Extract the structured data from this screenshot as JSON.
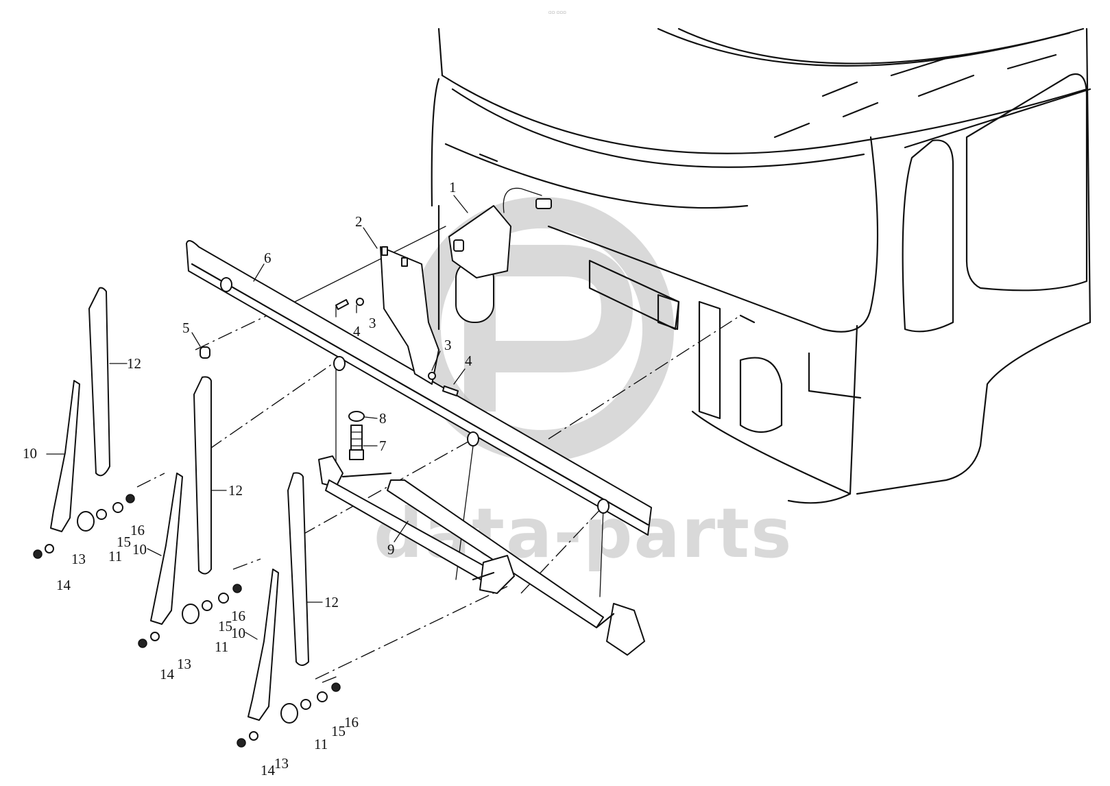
{
  "watermark": {
    "text": "data-parts",
    "logo_icon": "dp-logo-icon",
    "color": "#b9b9b9"
  },
  "header_mark": "▫▫ ▫▫▫",
  "callouts": [
    {
      "id": "c1",
      "label": "1"
    },
    {
      "id": "c2",
      "label": "2"
    },
    {
      "id": "c3a",
      "label": "3"
    },
    {
      "id": "c3b",
      "label": "3"
    },
    {
      "id": "c4a",
      "label": "4"
    },
    {
      "id": "c4b",
      "label": "4"
    },
    {
      "id": "c5",
      "label": "5"
    },
    {
      "id": "c6",
      "label": "6"
    },
    {
      "id": "c7",
      "label": "7"
    },
    {
      "id": "c8",
      "label": "8"
    },
    {
      "id": "c9",
      "label": "9"
    },
    {
      "id": "c10a",
      "label": "10"
    },
    {
      "id": "c10b",
      "label": "10"
    },
    {
      "id": "c10c",
      "label": "10"
    },
    {
      "id": "c11a",
      "label": "11"
    },
    {
      "id": "c11b",
      "label": "11"
    },
    {
      "id": "c11c",
      "label": "11"
    },
    {
      "id": "c12a",
      "label": "12"
    },
    {
      "id": "c12b",
      "label": "12"
    },
    {
      "id": "c12c",
      "label": "12"
    },
    {
      "id": "c13a",
      "label": "13"
    },
    {
      "id": "c13b",
      "label": "13"
    },
    {
      "id": "c13c",
      "label": "13"
    },
    {
      "id": "c14a",
      "label": "14"
    },
    {
      "id": "c14b",
      "label": "14"
    },
    {
      "id": "c14c",
      "label": "14"
    },
    {
      "id": "c15a",
      "label": "15"
    },
    {
      "id": "c15b",
      "label": "15"
    },
    {
      "id": "c15c",
      "label": "15"
    },
    {
      "id": "c16a",
      "label": "16"
    },
    {
      "id": "c16b",
      "label": "16"
    },
    {
      "id": "c16c",
      "label": "16"
    }
  ]
}
